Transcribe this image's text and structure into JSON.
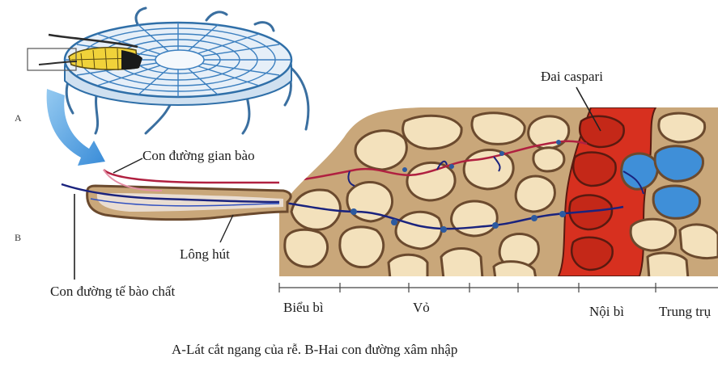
{
  "panel_labels": {
    "a": "A",
    "b": "B"
  },
  "labels": {
    "apoplast_path": "Con đường gian bào",
    "symplast_path": "Con đường tế bào chất",
    "root_hair": "Lông hút",
    "casparian_strip": "Đai caspari"
  },
  "scale_labels": {
    "epidermis": "Biểu bì",
    "cortex": "Vỏ",
    "endodermis": "Nội bì",
    "stele": "Trung trụ"
  },
  "caption": "A-Lát cắt ngang của rễ.  B-Hai con đường xâm nhập",
  "colors": {
    "cell_wall": "#6b4a2e",
    "cell_fill": "#f3e1bc",
    "tissue_bg": "#c9a77a",
    "casparian_red": "#d7301f",
    "stele_blue": "#3f8fd8",
    "root_blue": "#2f7fbf",
    "arrow_blue": "#5aa9e6",
    "apoplast_line": "#b02040",
    "symplast_line": "#1a237e"
  }
}
